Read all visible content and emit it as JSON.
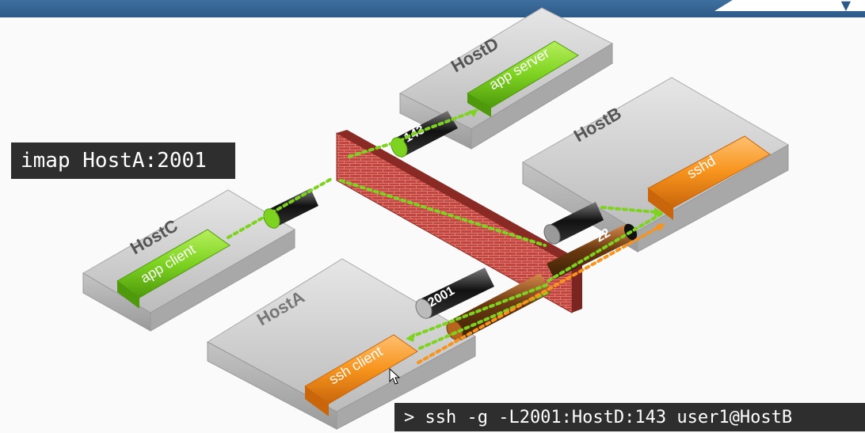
{
  "hosts": {
    "host_d": "HostD",
    "host_b": "HostB",
    "host_c": "HostC",
    "host_a": "HostA"
  },
  "apps": {
    "app_server": "app server",
    "sshd": "sshd",
    "app_client": "app client",
    "ssh_client": "ssh client"
  },
  "ports": {
    "p143": "143",
    "p22": "22",
    "p2001": "2001"
  },
  "commands": {
    "imap": "imap HostA:2001",
    "ssh": "> ssh -g -L2001:HostD:143 user1@HostB"
  },
  "colors": {
    "green": "#7ed321",
    "orange": "#f7941d",
    "brick": "#c2453f",
    "top_bar": "#2c5a88"
  }
}
